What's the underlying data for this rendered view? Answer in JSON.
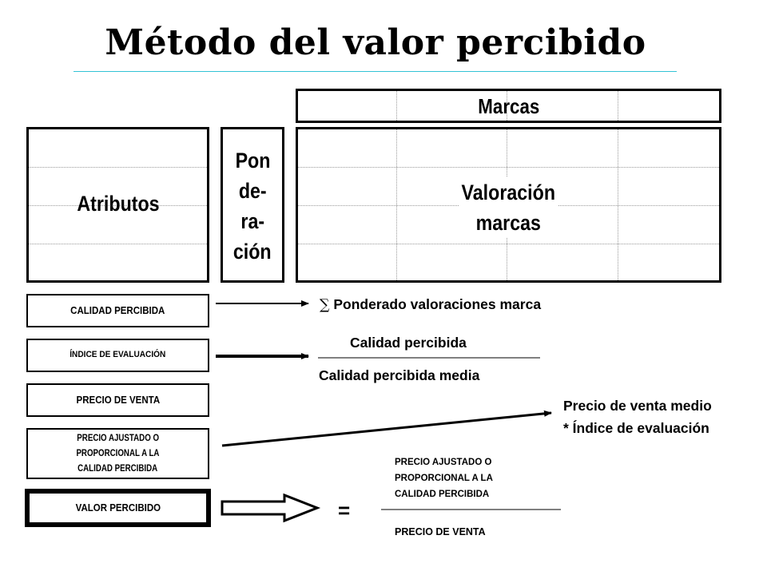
{
  "title": "Método del valor percibido",
  "headers": {
    "marcas": "Marcas",
    "atributos": "Atributos",
    "ponderacion": [
      "Pon",
      "de-",
      "ra-",
      "ción"
    ],
    "valoracion": [
      "Valoración",
      "marcas"
    ]
  },
  "labels": {
    "calidad_percibida": "CALIDAD PERCIBIDA",
    "indice_evaluacion": "ÍNDICE DE EVALUACIÓN",
    "precio_venta": "PRECIO DE VENTA",
    "precio_ajustado": [
      "PRECIO AJUSTADO O",
      "PROPORCIONAL A LA",
      "CALIDAD PERCIBIDA"
    ],
    "valor_percibido": "VALOR PERCIBIDO"
  },
  "formulas": {
    "sigma_symbol": "∑",
    "ponderado": "Ponderado valoraciones marca",
    "indice_numerator": "Calidad percibida",
    "indice_denominator": "Calidad percibida media",
    "precio_ajustado_line1": "Precio de venta medio",
    "precio_ajustado_line2": "* Índice de evaluación",
    "equals": "=",
    "valor_numerator": [
      "PRECIO AJUSTADO O",
      "PROPORCIONAL A LA",
      "CALIDAD PERCIBIDA"
    ],
    "valor_denominator": "PRECIO DE VENTA"
  },
  "colors": {
    "rule": "#33c3d6",
    "ink": "#000000"
  }
}
